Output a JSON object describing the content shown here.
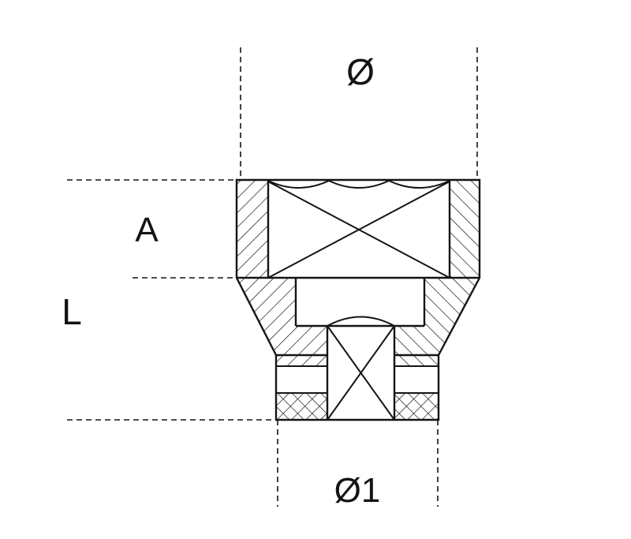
{
  "diagram": {
    "labels": {
      "outer_diameter": "Ø",
      "socket_depth": "A",
      "overall_length": "L",
      "drive_end_diameter": "Ø1"
    },
    "colors": {
      "line": "#141414",
      "background": "#ffffff"
    }
  }
}
